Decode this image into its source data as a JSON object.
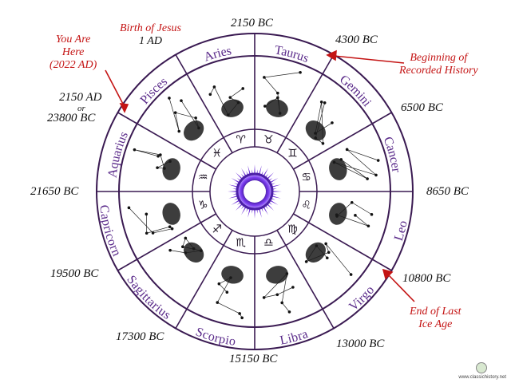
{
  "signs": [
    {
      "name": "Aries",
      "symbol": "♈"
    },
    {
      "name": "Taurus",
      "symbol": "♉"
    },
    {
      "name": "Gemini",
      "symbol": "♊"
    },
    {
      "name": "Cancer",
      "symbol": "♋"
    },
    {
      "name": "Leo",
      "symbol": "♌"
    },
    {
      "name": "Virgo",
      "symbol": "♍"
    },
    {
      "name": "Libra",
      "symbol": "♎"
    },
    {
      "name": "Scorpio",
      "symbol": "♏"
    },
    {
      "name": "Sagittarius",
      "symbol": "♐"
    },
    {
      "name": "Capricorn",
      "symbol": "♑"
    },
    {
      "name": "Aquarius",
      "symbol": "♒"
    },
    {
      "name": "Pisces",
      "symbol": "♓"
    }
  ],
  "dates": {
    "top": "2150 BC",
    "taurus_gemini": "4300 BC",
    "gemini_cancer": "6500 BC",
    "right": "8650 BC",
    "leo_virgo": "10800 BC",
    "virgo_libra": "13000 BC",
    "bottom": "15150 BC",
    "scorpio_sag": "17300 BC",
    "sag_cap": "19500 BC",
    "left": "21650 BC",
    "aquarius_pisces_1": "2150 AD",
    "aquarius_pisces_or": "or",
    "aquarius_pisces_2": "23800 BC"
  },
  "annotations": {
    "birth_line1": "Birth of Jesus",
    "birth_line2": "1 AD",
    "here_line1": "You Are",
    "here_line2": "Here",
    "here_line3": "(2022 AD)",
    "recorded_line1": "Beginning of",
    "recorded_line2": "Recorded History",
    "ice_line1": "End of Last",
    "ice_line2": "Ice Age"
  },
  "watermark": "www.classichistory.net",
  "colors": {
    "ring": "#3a1a52",
    "sign_text": "#5a2a8a",
    "annotation": "#c41414",
    "sun": "#6a2bd6"
  }
}
